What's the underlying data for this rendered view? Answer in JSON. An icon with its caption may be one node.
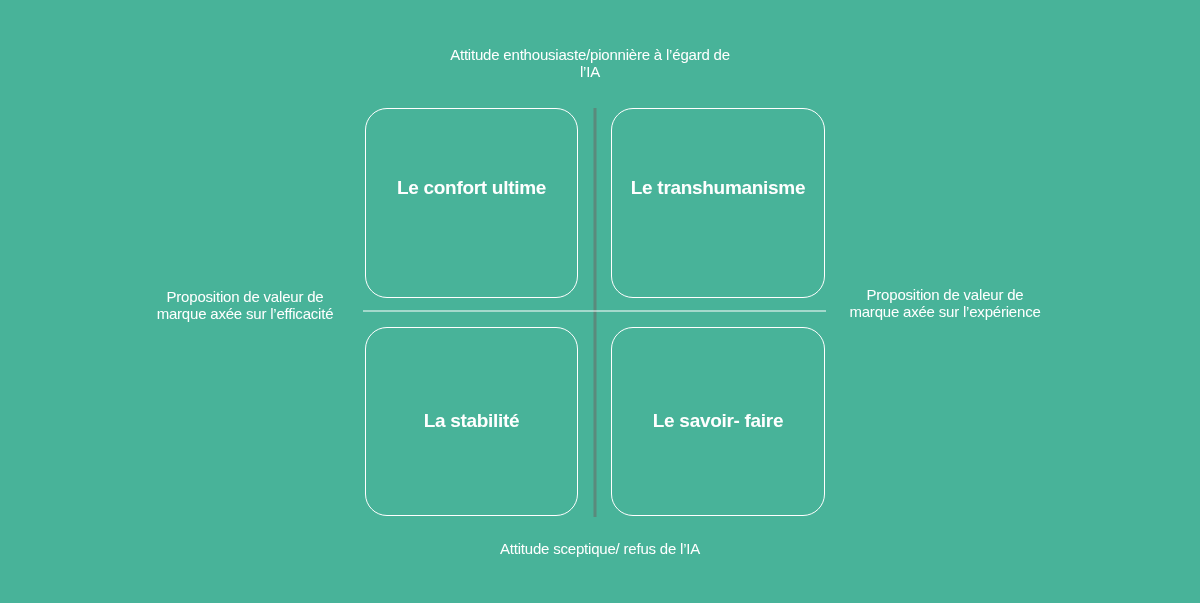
{
  "diagram": {
    "nodes": [
      {
        "text": [
          "Le confort ultime"
        ]
      },
      {
        "text": [
          "Le transhumanisme"
        ]
      },
      {
        "text": [
          "La stabilité"
        ]
      },
      {
        "text": [
          "Le savoir- faire"
        ]
      }
    ],
    "labels": [
      "Attitude enthousiaste/pionnière à l’égard de l’IA",
      "Proposition de valeur de marque axée sur l’efficacité",
      "Proposition de valeur de marque axée sur l’expérience",
      "Attitude sceptique/ refus de l’IA"
    ]
  }
}
